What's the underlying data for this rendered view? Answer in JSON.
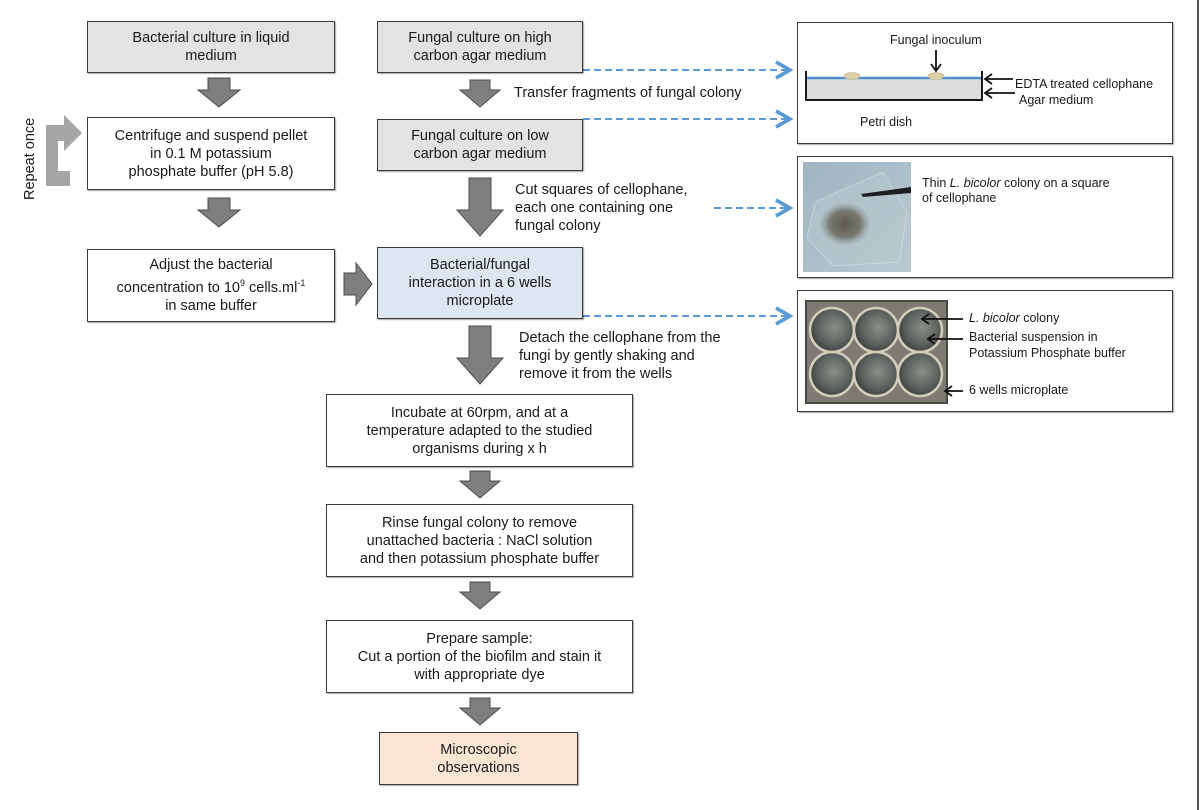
{
  "colors": {
    "grey_box": "#e3e3e3",
    "blue_box": "#dde6f1",
    "peach_box": "#fbe6d4",
    "arrow_fill": "#7f7f7f",
    "loop_arrow": "#a6a6a6",
    "dashed_arrow": "#5b9bd5"
  },
  "left_column": {
    "bacterial_culture": [
      "Bacterial culture in liquid",
      "medium"
    ],
    "centrifuge": [
      "Centrifuge and suspend pellet",
      "in  0.1 M potassium",
      "phosphate  buffer (pH 5.8)"
    ],
    "repeat_label": "Repeat once",
    "adjust": {
      "line1": "Adjust the bacterial",
      "line2_prefix": "concentration to 10",
      "line2_sup1": "9",
      "line2_mid": " cells.ml",
      "line2_sup2": "-1",
      "line3": "in same buffer"
    }
  },
  "center_column": {
    "high_carbon": [
      "Fungal culture on high",
      "carbon agar medium"
    ],
    "transfer_note": "Transfer fragments of fungal colony",
    "low_carbon": [
      "Fungal culture on low",
      "carbon agar medium"
    ],
    "cut_note": [
      "Cut squares of cellophane,",
      "each one containing one",
      "fungal colony"
    ],
    "interaction": [
      "Bacterial/fungal",
      "interaction in a 6 wells",
      "microplate"
    ],
    "detach_note": [
      "Detach the cellophane from the",
      "fungi by gently shaking and",
      "remove it from the wells"
    ],
    "incubate": [
      "Incubate at 60rpm, and at a",
      "temperature adapted to the studied",
      "organisms during x h"
    ],
    "rinse": [
      "Rinse fungal colony to remove",
      "unattached bacteria : NaCl solution",
      "and then potassium phosphate buffer"
    ],
    "prepare": [
      "Prepare sample:",
      "Cut a portion of the biofilm and stain it",
      "with appropriate dye"
    ],
    "observations": [
      "Microscopic",
      "observations"
    ]
  },
  "panels": {
    "petri": {
      "fungal_inoculum": "Fungal inoculum",
      "edta": "EDTA treated cellophane",
      "agar": "Agar medium",
      "petri_dish": "Petri dish"
    },
    "colony": {
      "prefix": "Thin ",
      "species": "L. bicolor",
      "suffix": " colony on a square",
      "line2": "of cellophane"
    },
    "microplate": {
      "colony_species": "L. bicolor",
      "colony_suffix": " colony",
      "suspension1": "Bacterial suspension in",
      "suspension2": "Potassium Phosphate buffer",
      "plate": "6 wells microplate"
    }
  }
}
